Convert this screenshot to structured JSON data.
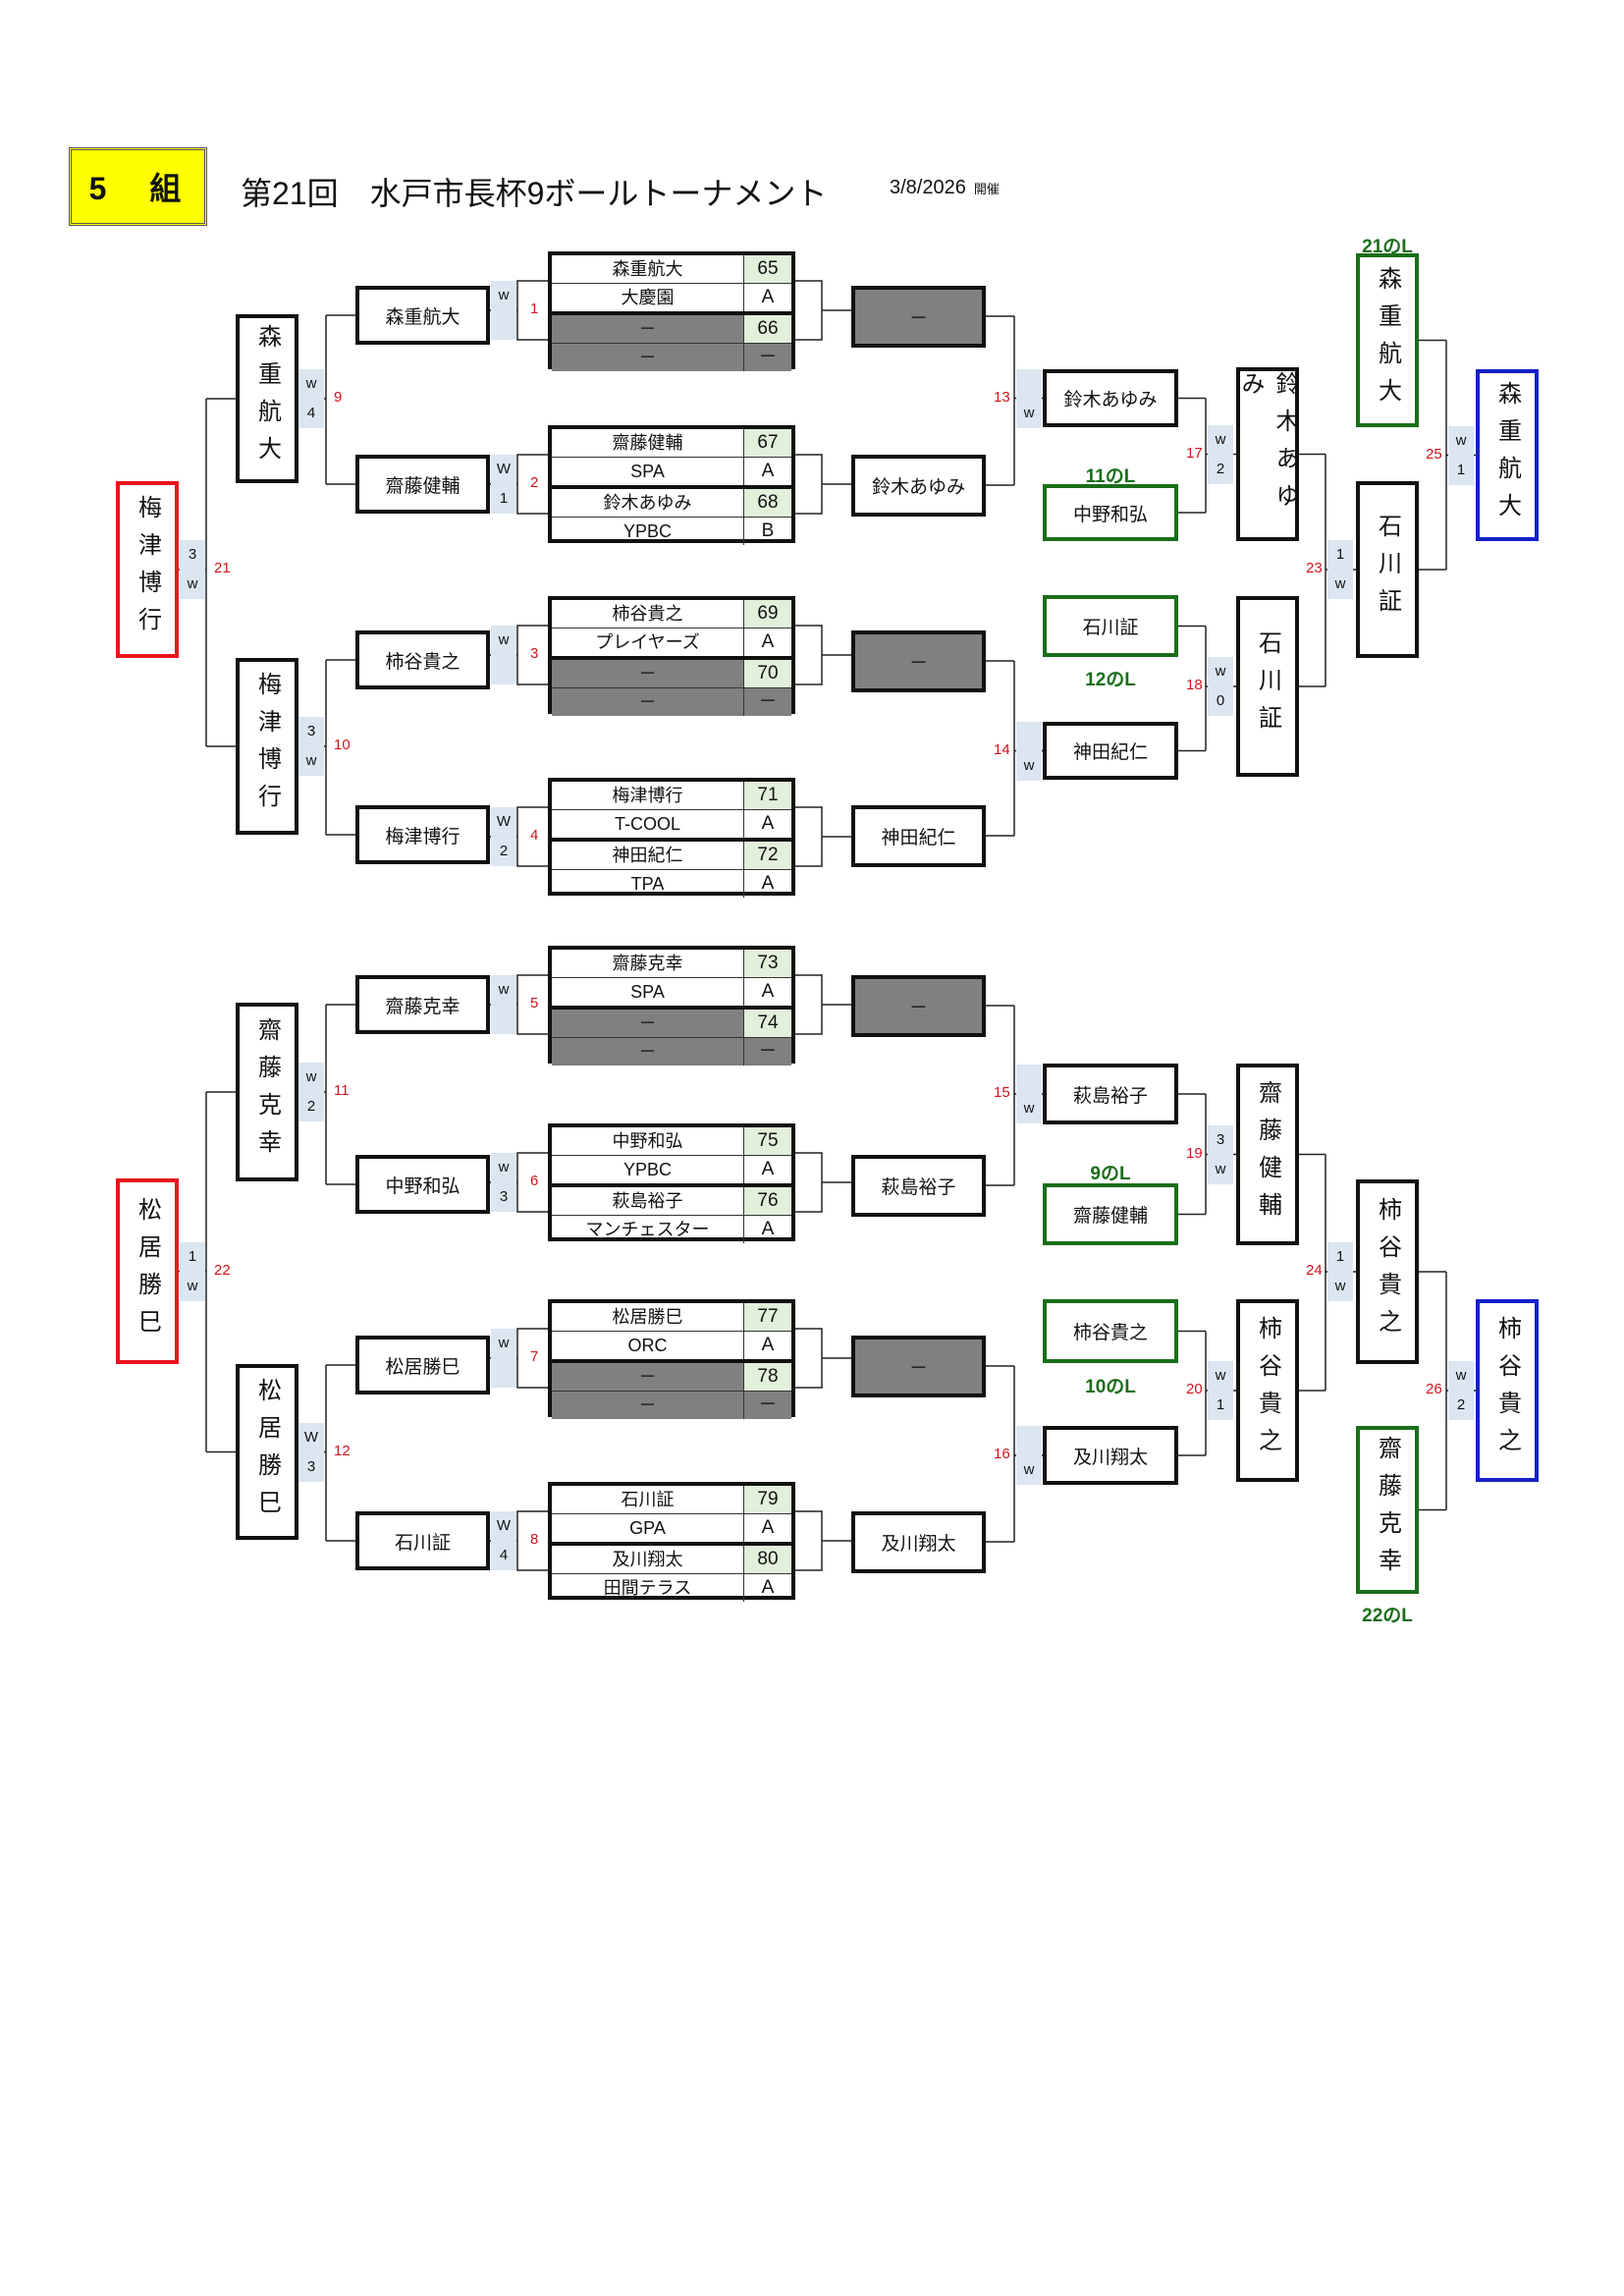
{
  "header": {
    "group": "5　組",
    "title": "第21回　水戸市長杯9ボールトーナメント",
    "date": "3/8/2026",
    "date_suffix": "開催"
  },
  "tables": [
    {
      "match": "1",
      "rows": [
        {
          "name": "森重航大",
          "code": "65"
        },
        {
          "name": "大慶園",
          "code": "A"
        },
        {
          "name": "－",
          "code": "66"
        },
        {
          "name": "－",
          "code": "－"
        }
      ]
    },
    {
      "match": "2",
      "rows": [
        {
          "name": "齋藤健輔",
          "code": "67"
        },
        {
          "name": "SPA",
          "code": "A"
        },
        {
          "name": "鈴木あゆみ",
          "code": "68"
        },
        {
          "name": "YPBC",
          "code": "B"
        }
      ]
    },
    {
      "match": "3",
      "rows": [
        {
          "name": "柿谷貴之",
          "code": "69"
        },
        {
          "name": "プレイヤーズ",
          "code": "A"
        },
        {
          "name": "－",
          "code": "70"
        },
        {
          "name": "－",
          "code": "－"
        }
      ]
    },
    {
      "match": "4",
      "rows": [
        {
          "name": "梅津博行",
          "code": "71"
        },
        {
          "name": "T-COOL",
          "code": "A"
        },
        {
          "name": "神田紀仁",
          "code": "72"
        },
        {
          "name": "TPA",
          "code": "A"
        }
      ]
    },
    {
      "match": "5",
      "rows": [
        {
          "name": "齋藤克幸",
          "code": "73"
        },
        {
          "name": "SPA",
          "code": "A"
        },
        {
          "name": "－",
          "code": "74"
        },
        {
          "name": "－",
          "code": "－"
        }
      ]
    },
    {
      "match": "6",
      "rows": [
        {
          "name": "中野和弘",
          "code": "75"
        },
        {
          "name": "YPBC",
          "code": "A"
        },
        {
          "name": "萩島裕子",
          "code": "76"
        },
        {
          "name": "マンチェスター",
          "code": "A"
        }
      ]
    },
    {
      "match": "7",
      "rows": [
        {
          "name": "松居勝巳",
          "code": "77"
        },
        {
          "name": "ORC",
          "code": "A"
        },
        {
          "name": "－",
          "code": "78"
        },
        {
          "name": "－",
          "code": "－"
        }
      ]
    },
    {
      "match": "8",
      "rows": [
        {
          "name": "石川証",
          "code": "79"
        },
        {
          "name": "GPA",
          "code": "A"
        },
        {
          "name": "及川翔太",
          "code": "80"
        },
        {
          "name": "田間テラス",
          "code": "A"
        }
      ]
    }
  ],
  "winners_left_r1": [
    "森重航大",
    "齋藤健輔",
    "柿谷貴之",
    "梅津博行",
    "齋藤克幸",
    "中野和弘",
    "松居勝巳",
    "石川証"
  ],
  "winners_right_r1": [
    "－",
    "鈴木あゆみ",
    "－",
    "神田紀仁",
    "－",
    "萩島裕子",
    "－",
    "及川翔太"
  ],
  "winners_left_r2": [
    "森重航大",
    "梅津博行",
    "齋藤克幸",
    "松居勝巳"
  ],
  "winners_left_r3": [
    "梅津博行",
    "松居勝巳"
  ],
  "loser_bracket_r1": [
    "鈴木あゆみ",
    "中野和弘",
    "石川証",
    "神田紀仁",
    "萩島裕子",
    "齋藤健輔",
    "柿谷貴之",
    "及川翔太"
  ],
  "loser_bracket_r2": [
    "鈴木あゆみ",
    "石川証",
    "齋藤健輔",
    "柿谷貴之"
  ],
  "loser_bracket_r3": [
    "森重航大",
    "石川証",
    "柿谷貴之",
    "齋藤克幸"
  ],
  "finals": [
    "森重航大",
    "柿谷貴之"
  ],
  "loser_labels": {
    "l11": "11のL",
    "l12": "12のL",
    "l9": "9のL",
    "l10": "10のL",
    "l21": "21のL",
    "l22": "22のL"
  },
  "matches": [
    {
      "no": "1",
      "top": "w",
      "bottom": ""
    },
    {
      "no": "2",
      "top": "W",
      "bottom": "1"
    },
    {
      "no": "3",
      "top": "w",
      "bottom": ""
    },
    {
      "no": "4",
      "top": "W",
      "bottom": "2"
    },
    {
      "no": "5",
      "top": "w",
      "bottom": ""
    },
    {
      "no": "6",
      "top": "w",
      "bottom": "3"
    },
    {
      "no": "7",
      "top": "w",
      "bottom": ""
    },
    {
      "no": "8",
      "top": "W",
      "bottom": "4"
    },
    {
      "no": "9",
      "top": "w",
      "bottom": "4"
    },
    {
      "no": "10",
      "top": "3",
      "bottom": "w"
    },
    {
      "no": "11",
      "top": "w",
      "bottom": "2"
    },
    {
      "no": "12",
      "top": "W",
      "bottom": "3"
    },
    {
      "no": "13",
      "top": "",
      "bottom": "w"
    },
    {
      "no": "14",
      "top": "",
      "bottom": "w"
    },
    {
      "no": "15",
      "top": "",
      "bottom": "w"
    },
    {
      "no": "16",
      "top": "",
      "bottom": "w"
    },
    {
      "no": "17",
      "top": "w",
      "bottom": "2"
    },
    {
      "no": "18",
      "top": "w",
      "bottom": "0"
    },
    {
      "no": "19",
      "top": "3",
      "bottom": "w"
    },
    {
      "no": "20",
      "top": "w",
      "bottom": "1"
    },
    {
      "no": "21",
      "top": "3",
      "bottom": "w"
    },
    {
      "no": "22",
      "top": "1",
      "bottom": "w"
    },
    {
      "no": "23",
      "top": "1",
      "bottom": "w"
    },
    {
      "no": "24",
      "top": "1",
      "bottom": "w"
    },
    {
      "no": "25",
      "top": "w",
      "bottom": "1"
    },
    {
      "no": "26",
      "top": "w",
      "bottom": "2"
    }
  ],
  "colors": {
    "badge": "#ffff00",
    "red": "#e8141c",
    "green": "#1a6e1a",
    "blue": "#1420c8",
    "cell": "#dce6f1",
    "bye": "#808080"
  }
}
